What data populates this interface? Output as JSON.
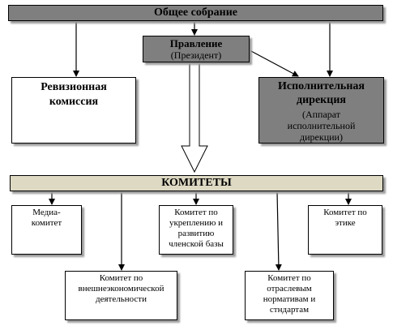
{
  "general_meeting": "Общее собрание",
  "board": {
    "title": "Правление",
    "subtitle": "(Президент)"
  },
  "audit_commission": "Ревизионная комиссия",
  "executive": {
    "title": "Исполнительная дирекция",
    "subtitle": "(Аппарат исполнительной дирекции)"
  },
  "committees_header": "КОМИТЕТЫ",
  "committees": [
    "Медиа-комитет",
    "Комитет по укреплению и развитию членской базы",
    "Комитет по этике",
    "Комитет по внешнеэкономической деятельности",
    "Комитет по отраслевым нормативам и стндартам"
  ],
  "colors": {
    "dark_box": "#7f7f7f",
    "committees_bar": "#ddd9c3"
  }
}
